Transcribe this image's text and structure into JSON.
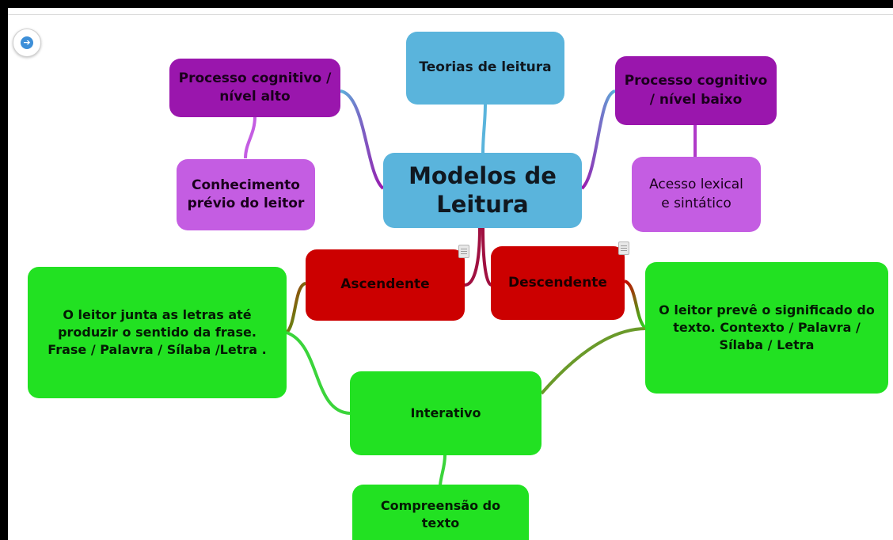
{
  "mindmap": {
    "central": {
      "lines": [
        "Modelos de",
        "Leitura"
      ]
    },
    "theories": {
      "lines": [
        "Teorias de leitura"
      ]
    },
    "cognitive_high": {
      "lines": [
        "Processo cognitivo /",
        "nível alto"
      ]
    },
    "prior_knowledge": {
      "lines": [
        "Conhecimento",
        "prévio do leitor"
      ]
    },
    "cognitive_low": {
      "lines": [
        "Processo cognitivo",
        "/ nível baixo"
      ]
    },
    "lexical_access": {
      "lines": [
        "Acesso lexical",
        "e sintático"
      ]
    },
    "ascendente": {
      "lines": [
        "Ascendente"
      ]
    },
    "descendente": {
      "lines": [
        "Descendente"
      ]
    },
    "ascendente_desc": {
      "lines": [
        "O leitor junta as letras até",
        "produzir o sentido da frase.",
        "Frase / Palavra / Sílaba /Letra ."
      ]
    },
    "descendente_desc": {
      "lines": [
        "O leitor prevê o significado do",
        "texto. Contexto / Palavra /",
        "Sílaba / Letra"
      ]
    },
    "interativo": {
      "lines": [
        "Interativo"
      ]
    },
    "compreensao": {
      "lines": [
        "Compreensão do",
        "texto"
      ]
    }
  },
  "colors": {
    "blue": "#5ab4dc",
    "purple": "#9a16ad",
    "violet": "#c45de2",
    "red": "#cc0000",
    "green": "#22e122"
  },
  "icons": [
    "arrow-right-icon",
    "note-icon"
  ]
}
